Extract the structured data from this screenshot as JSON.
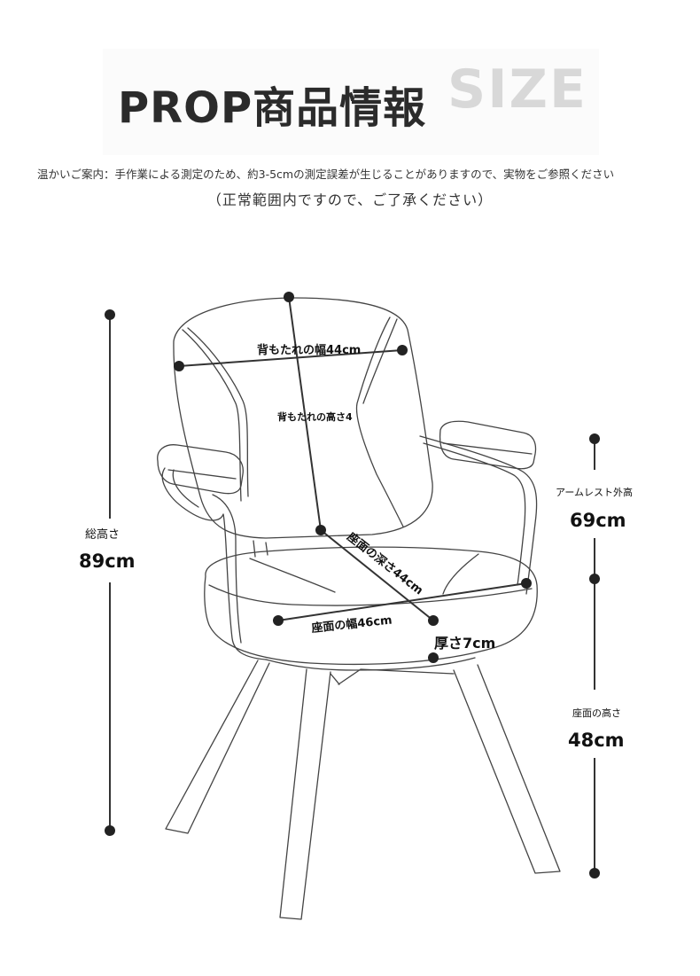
{
  "header": {
    "title": "PROP商品情報",
    "size_word": "SIZE",
    "notice": "温かいご案内：手作業による測定のため、約3-5cmの測定誤差が生じることがありますので、実物をご参照ください",
    "notice_sub": "（正常範囲内ですので、ご了承ください）"
  },
  "dimensions": {
    "backrest_width": "背もたれの幅44cm",
    "backrest_height": "背もたれの高さ4",
    "seat_depth": "座面の深さ44cm",
    "seat_width": "座面の幅46cm",
    "thickness": "厚さ7cm",
    "total_height_label": "総高さ",
    "total_height_value": "89cm",
    "armrest_height_label": "アームレスト外高",
    "armrest_height_value": "69cm",
    "seat_height_label": "座面の高さ",
    "seat_height_value": "48cm"
  },
  "colors": {
    "line": "#333333",
    "dot": "#222222"
  }
}
